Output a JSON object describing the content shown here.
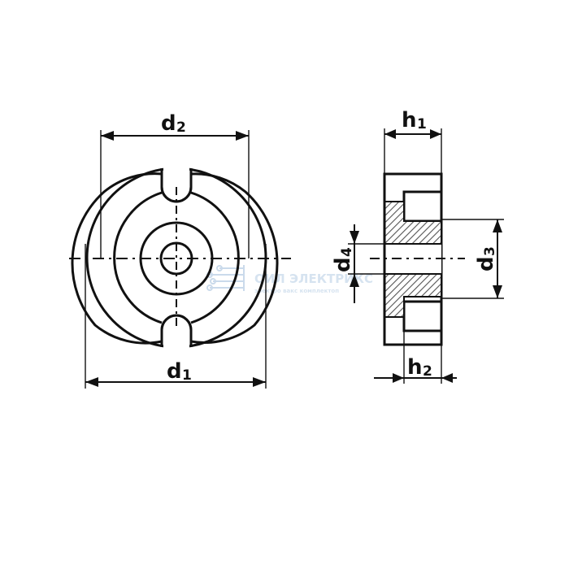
{
  "colors": {
    "line": "#111111",
    "hatch": "#555555",
    "watermark": "#c8d9ea",
    "background": "#ffffff"
  },
  "front_view": {
    "d1": {
      "main": "d",
      "sub": "1"
    },
    "d2": {
      "main": "d",
      "sub": "2"
    }
  },
  "side_view": {
    "h1": {
      "main": "h",
      "sub": "1"
    },
    "h2": {
      "main": "h",
      "sub": "2"
    },
    "d3": {
      "main": "d",
      "sub": "3"
    },
    "d4": {
      "main": "d",
      "sub": "4"
    }
  },
  "watermark": {
    "title": "ОИЛ ЭЛЕКТРИКС",
    "subtitle": "электро вакс комплектоп"
  }
}
